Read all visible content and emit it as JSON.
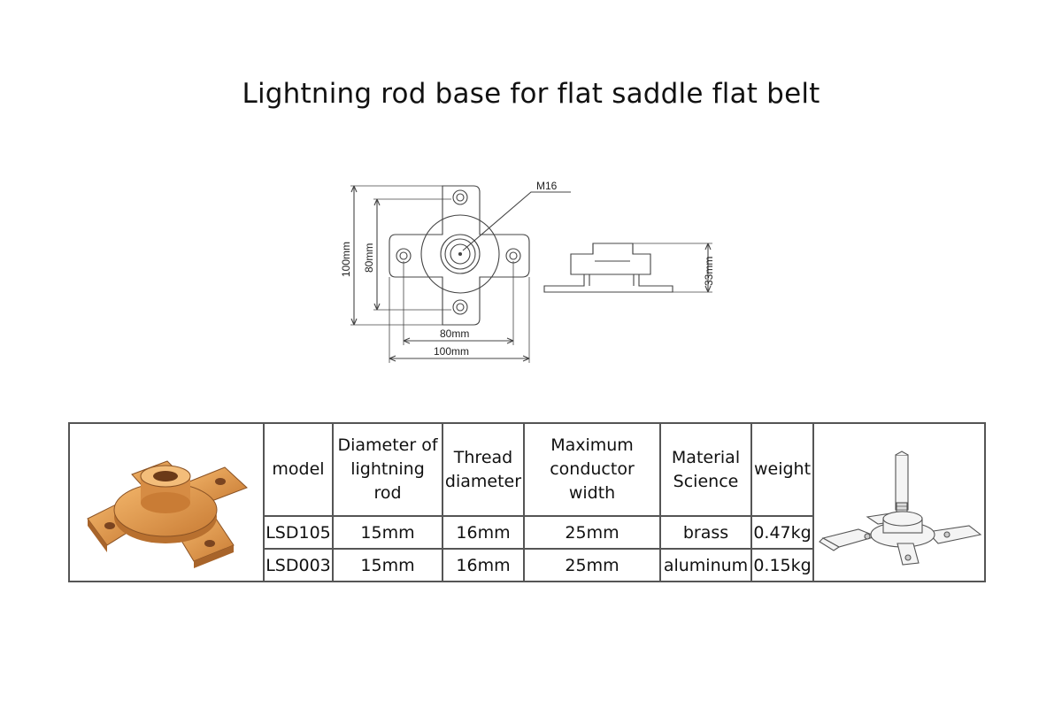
{
  "title": "Lightning rod base for flat saddle flat belt",
  "drawing": {
    "thread_label": "M16",
    "dim_height_outer": "100mm",
    "dim_height_inner": "80mm",
    "dim_width_inner": "80mm",
    "dim_width_outer": "100mm",
    "dim_side_height": "33mm"
  },
  "table": {
    "headers": {
      "model": "model",
      "diameter": "Diameter of\nlightning\nrod",
      "thread": "Thread\ndiameter",
      "conductor": "Maximum\nconductor\nwidth",
      "material": "Material\nScience",
      "weight": "weight"
    },
    "rows": [
      {
        "model": "LSD105",
        "diameter": "15mm",
        "thread": "16mm",
        "conductor": "25mm",
        "material": "brass",
        "weight": "0.47kg"
      },
      {
        "model": "LSD003",
        "diameter": "15mm",
        "thread": "16mm",
        "conductor": "25mm",
        "material": "aluminum",
        "weight": "0.15kg"
      }
    ]
  },
  "colors": {
    "brass": "#e09a4a",
    "brass_dark": "#a8642a",
    "line": "#444444"
  }
}
